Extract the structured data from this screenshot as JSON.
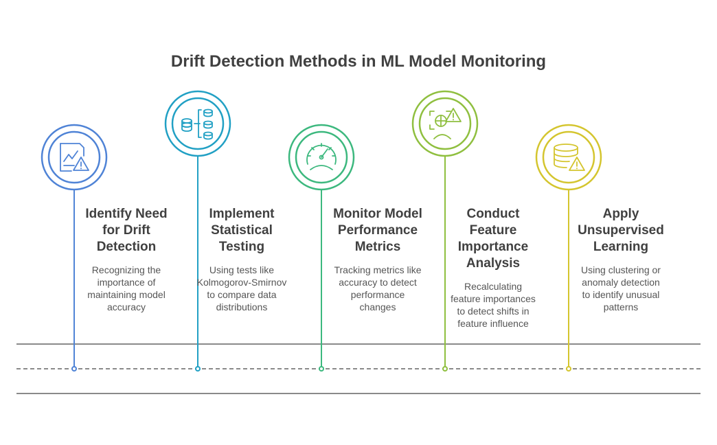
{
  "title": "Drift Detection Methods in ML Model Monitoring",
  "colors": {
    "step1": "#4f83d6",
    "step2": "#21a0c4",
    "step3": "#3cb87e",
    "step4": "#8fbf3f",
    "step5": "#d4c52e",
    "road": "#8a8a8a",
    "text": "#404040"
  },
  "steps": [
    {
      "title_lines": [
        "Identify Need",
        "for Drift",
        "Detection"
      ],
      "desc_lines": [
        "Recognizing the",
        "importance of",
        "maintaining model",
        "accuracy"
      ],
      "icon": "chart-warning-icon"
    },
    {
      "title_lines": [
        "Implement",
        "Statistical",
        "Testing"
      ],
      "desc_lines": [
        "Using tests like",
        "Kolmogorov-Smirnov",
        "to compare data",
        "distributions"
      ],
      "icon": "database-compare-icon"
    },
    {
      "title_lines": [
        "Monitor Model",
        "Performance",
        "Metrics"
      ],
      "desc_lines": [
        "Tracking metrics like",
        "accuracy to detect",
        "performance",
        "changes"
      ],
      "icon": "gauge-icon"
    },
    {
      "title_lines": [
        "Conduct",
        "Feature",
        "Importance",
        "Analysis"
      ],
      "desc_lines": [
        "Recalculating",
        "feature importances",
        "to detect shifts in",
        "feature influence"
      ],
      "icon": "pie-warning-icon"
    },
    {
      "title_lines": [
        "Apply",
        "Unsupervised",
        "Learning"
      ],
      "desc_lines": [
        "Using clustering or",
        "anomaly detection",
        "to identify unusual",
        "patterns"
      ],
      "icon": "database-warning-icon"
    }
  ]
}
